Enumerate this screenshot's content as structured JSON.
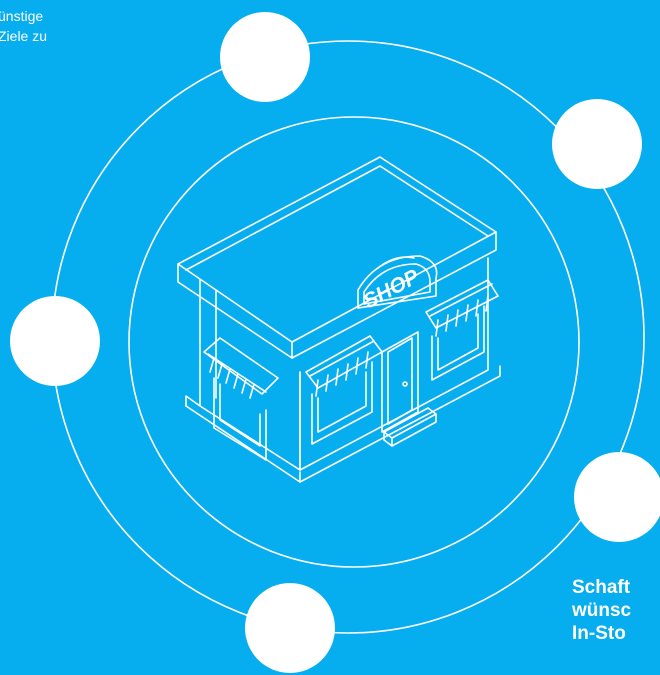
{
  "top_text": "ünstige\nZiele zu",
  "shop_sign": "SHOP",
  "bottom_text": "Schaft\nwünsc\nIn-Sto",
  "colors": {
    "background": "#06ADEF",
    "line": "#FFFFFF"
  },
  "icons": [
    "storefront-illustration",
    "orbit-ring-outer",
    "orbit-ring-inner"
  ]
}
